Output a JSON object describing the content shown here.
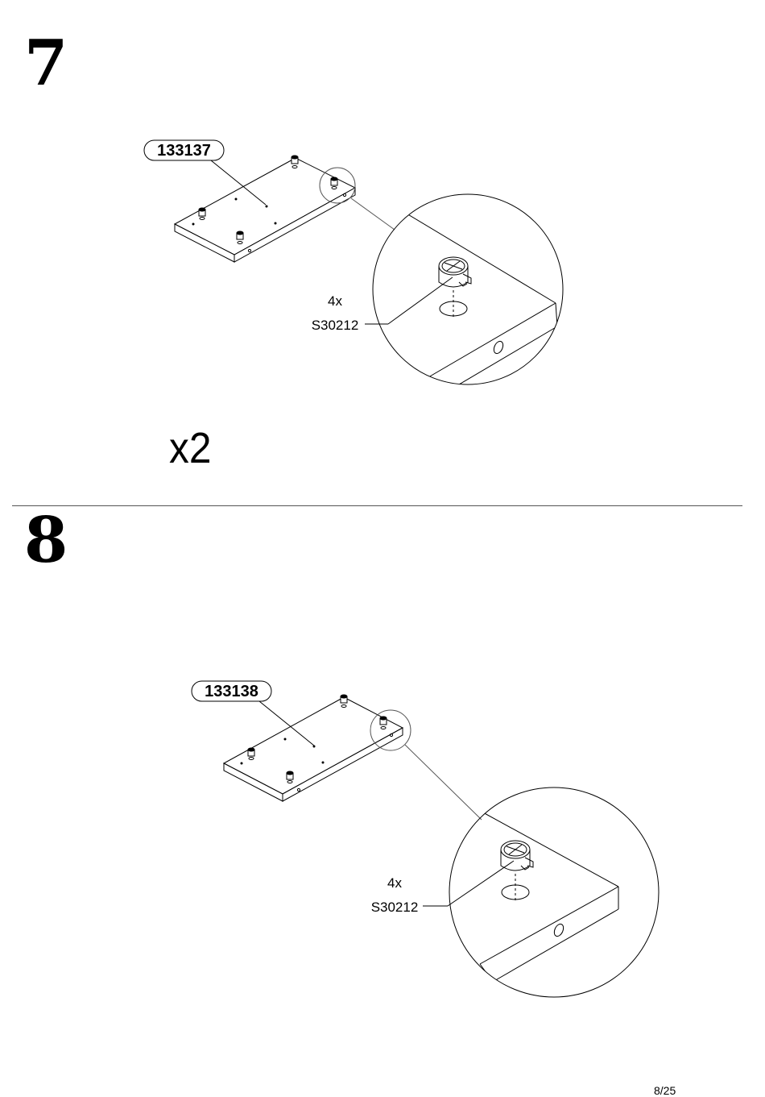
{
  "steps": [
    {
      "number": "7",
      "part_id": "133137",
      "fitting_quantity": "4x",
      "fitting_code": "S30212",
      "multiplier": "x2"
    },
    {
      "number": "8",
      "part_id": "133138",
      "fitting_quantity": "4x",
      "fitting_code": "S30212"
    }
  ],
  "page": "8/25"
}
